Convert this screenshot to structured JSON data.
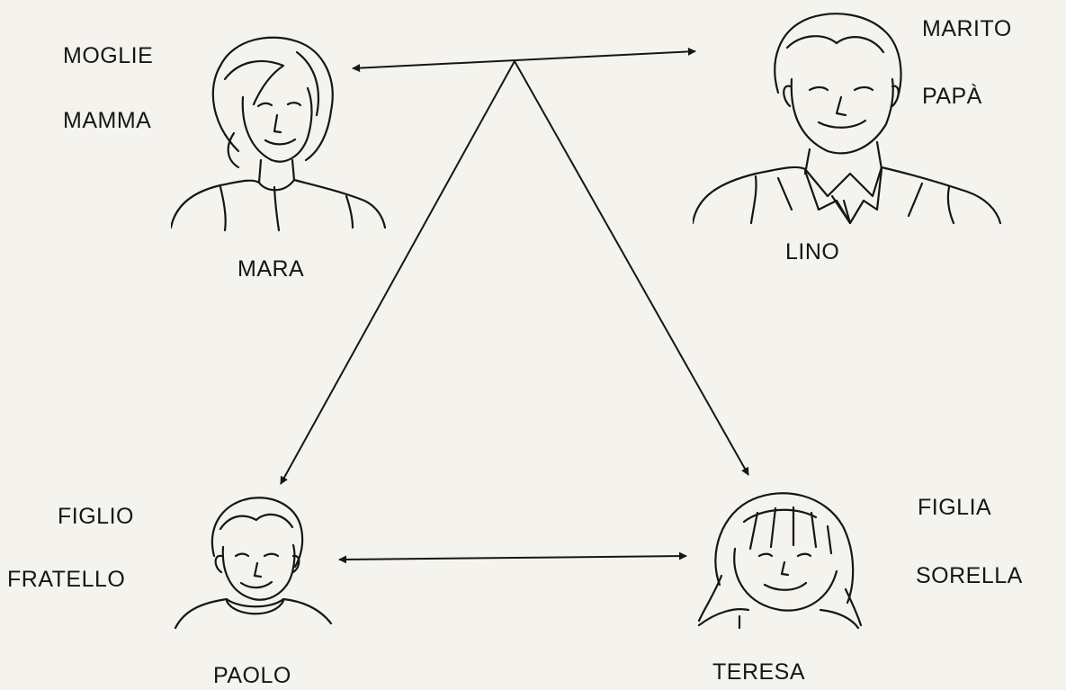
{
  "people": {
    "mara": {
      "name": "MARA",
      "roles": [
        "MOGLIE",
        "MAMMA"
      ]
    },
    "lino": {
      "name": "LINO",
      "roles": [
        "MARITO",
        "PAPÀ"
      ]
    },
    "paolo": {
      "name": "PAOLO",
      "roles": [
        "FIGLIO",
        "FRATELLO"
      ]
    },
    "teresa": {
      "name": "TERESA",
      "roles": [
        "FIGLIA",
        "SORELLA"
      ]
    }
  },
  "style": {
    "line_color": "#161616",
    "background": "#f4f3ee"
  }
}
